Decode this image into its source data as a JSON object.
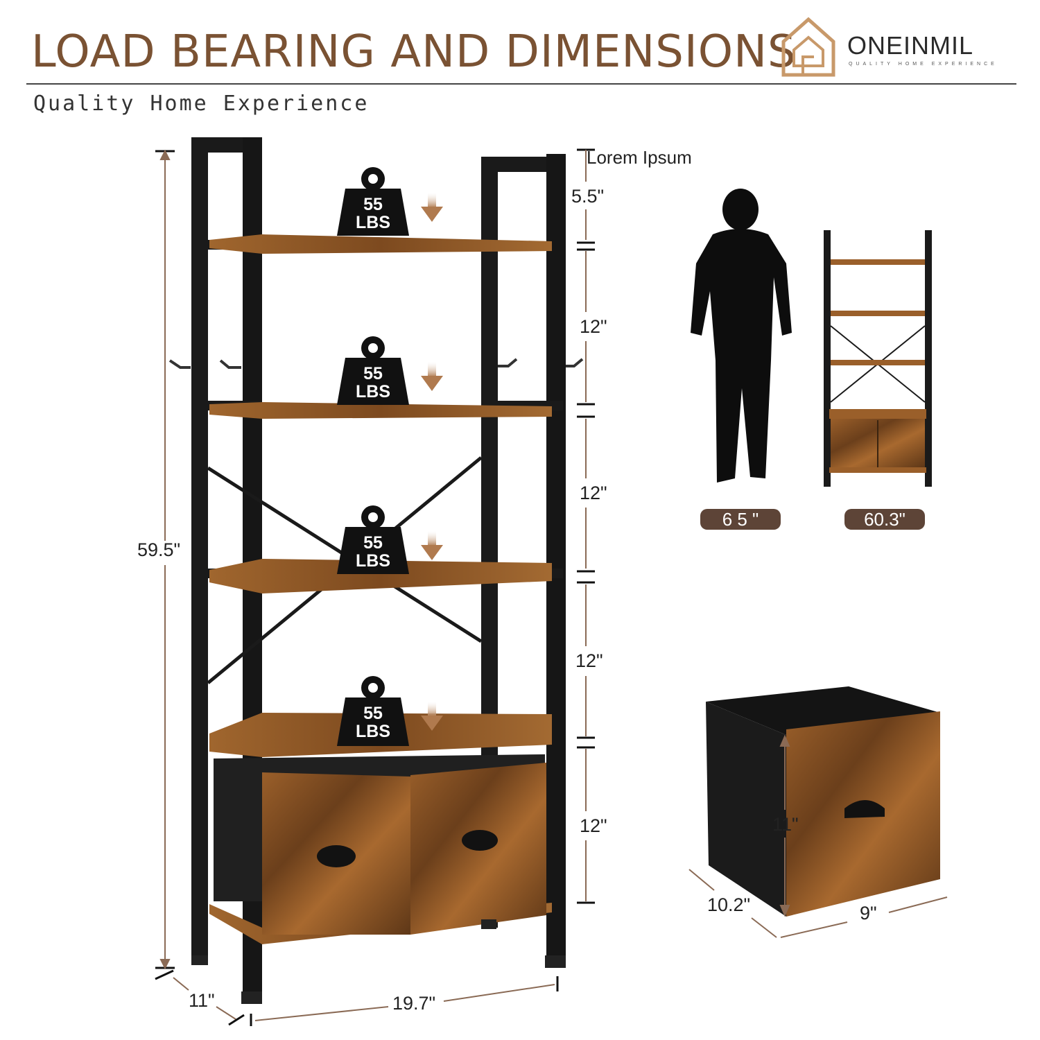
{
  "header": {
    "title": "LOAD BEARING AND DIMENSIONS",
    "subtitle": "Quality Home Experience",
    "brand": "ONEINMIL",
    "brand_tagline": "QUALITY HOME EXPERIENCE"
  },
  "shelf": {
    "weights": [
      {
        "value": "55",
        "unit": "LBS"
      },
      {
        "value": "55",
        "unit": "LBS"
      },
      {
        "value": "55",
        "unit": "LBS"
      },
      {
        "value": "55",
        "unit": "LBS"
      }
    ],
    "dims": {
      "total_height": "59.5\"",
      "top_clearance": "5.5\"",
      "gap_1": "12\"",
      "gap_2": "12\"",
      "gap_3": "12\"",
      "gap_4": "12\"",
      "depth": "11\"",
      "width": "19.7\""
    },
    "note": "Lorem Ipsum"
  },
  "comparison": {
    "person_height": "6 5 \"",
    "shelf_height": "60.3\""
  },
  "bin": {
    "height": "11\"",
    "depth": "10.2\"",
    "width": "9\""
  },
  "colors": {
    "title": "#7a5233",
    "wood": "#8a5426",
    "metal": "#1c1c1c",
    "dimension_line": "#8a6a55",
    "badge": "#5d4437"
  }
}
